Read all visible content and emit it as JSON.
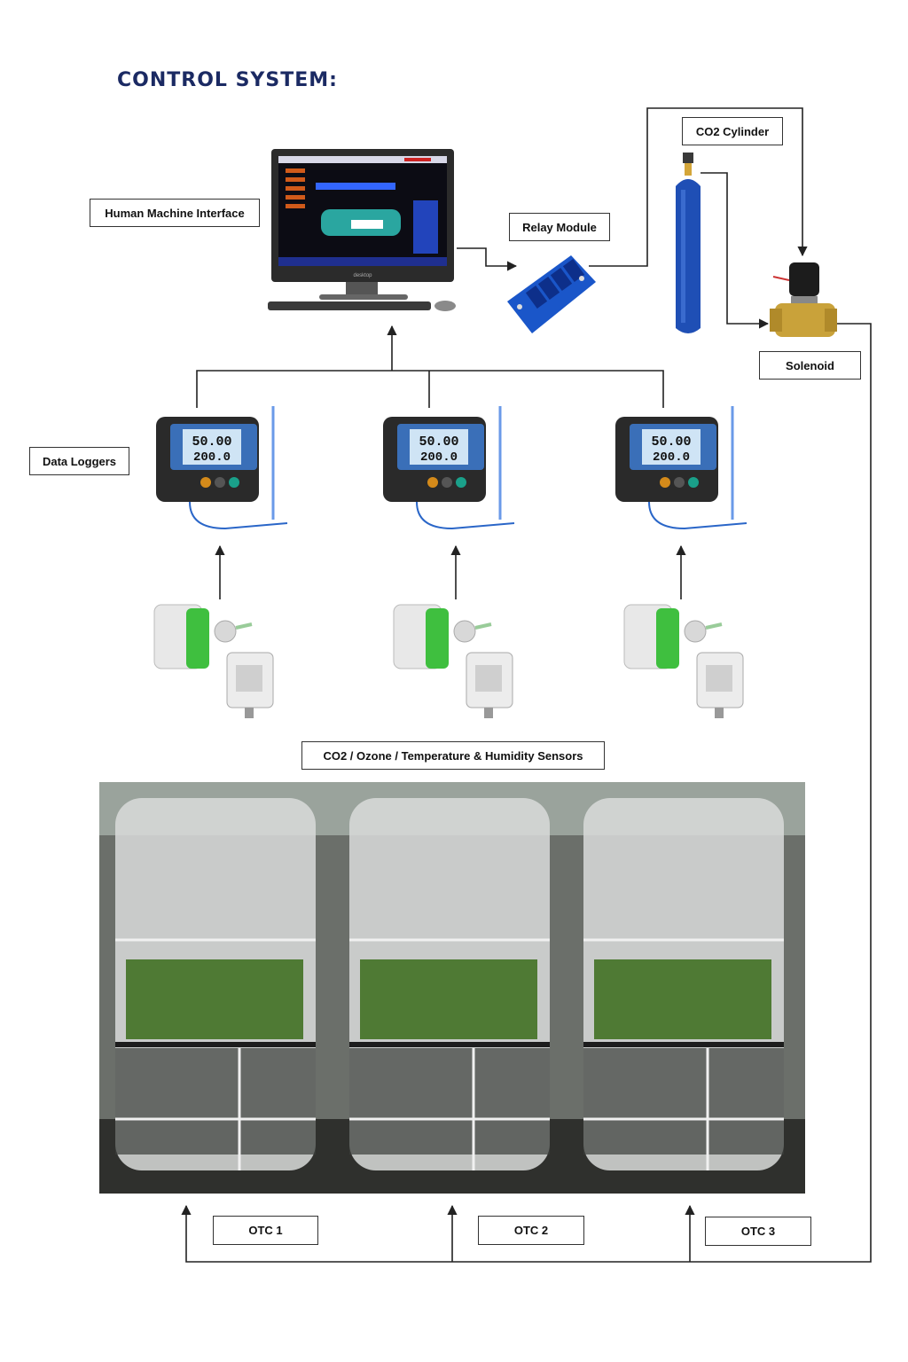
{
  "title": "CONTROL SYSTEM:",
  "labels": {
    "hmi": "Human Machine Interface",
    "relay": "Relay Module",
    "co2_cylinder": "CO2 Cylinder",
    "solenoid": "Solenoid",
    "data_loggers": "Data Loggers",
    "sensors": "CO2 / Ozone / Temperature & Humidity Sensors",
    "otc1": "OTC 1",
    "otc2": "OTC 2",
    "otc3": "OTC 3"
  },
  "monitor": {
    "brand": "desktop"
  },
  "logger_display": {
    "line1": "50.00",
    "line2": "200.0"
  },
  "colors": {
    "title": "#1b2a63",
    "line": "#222222",
    "logger_screen": "#cfe4f5",
    "cylinder": "#1f4fb5",
    "relay": "#1a56c9",
    "sensor_green": "#3fbf3f",
    "solenoid": "#c9a23a"
  }
}
